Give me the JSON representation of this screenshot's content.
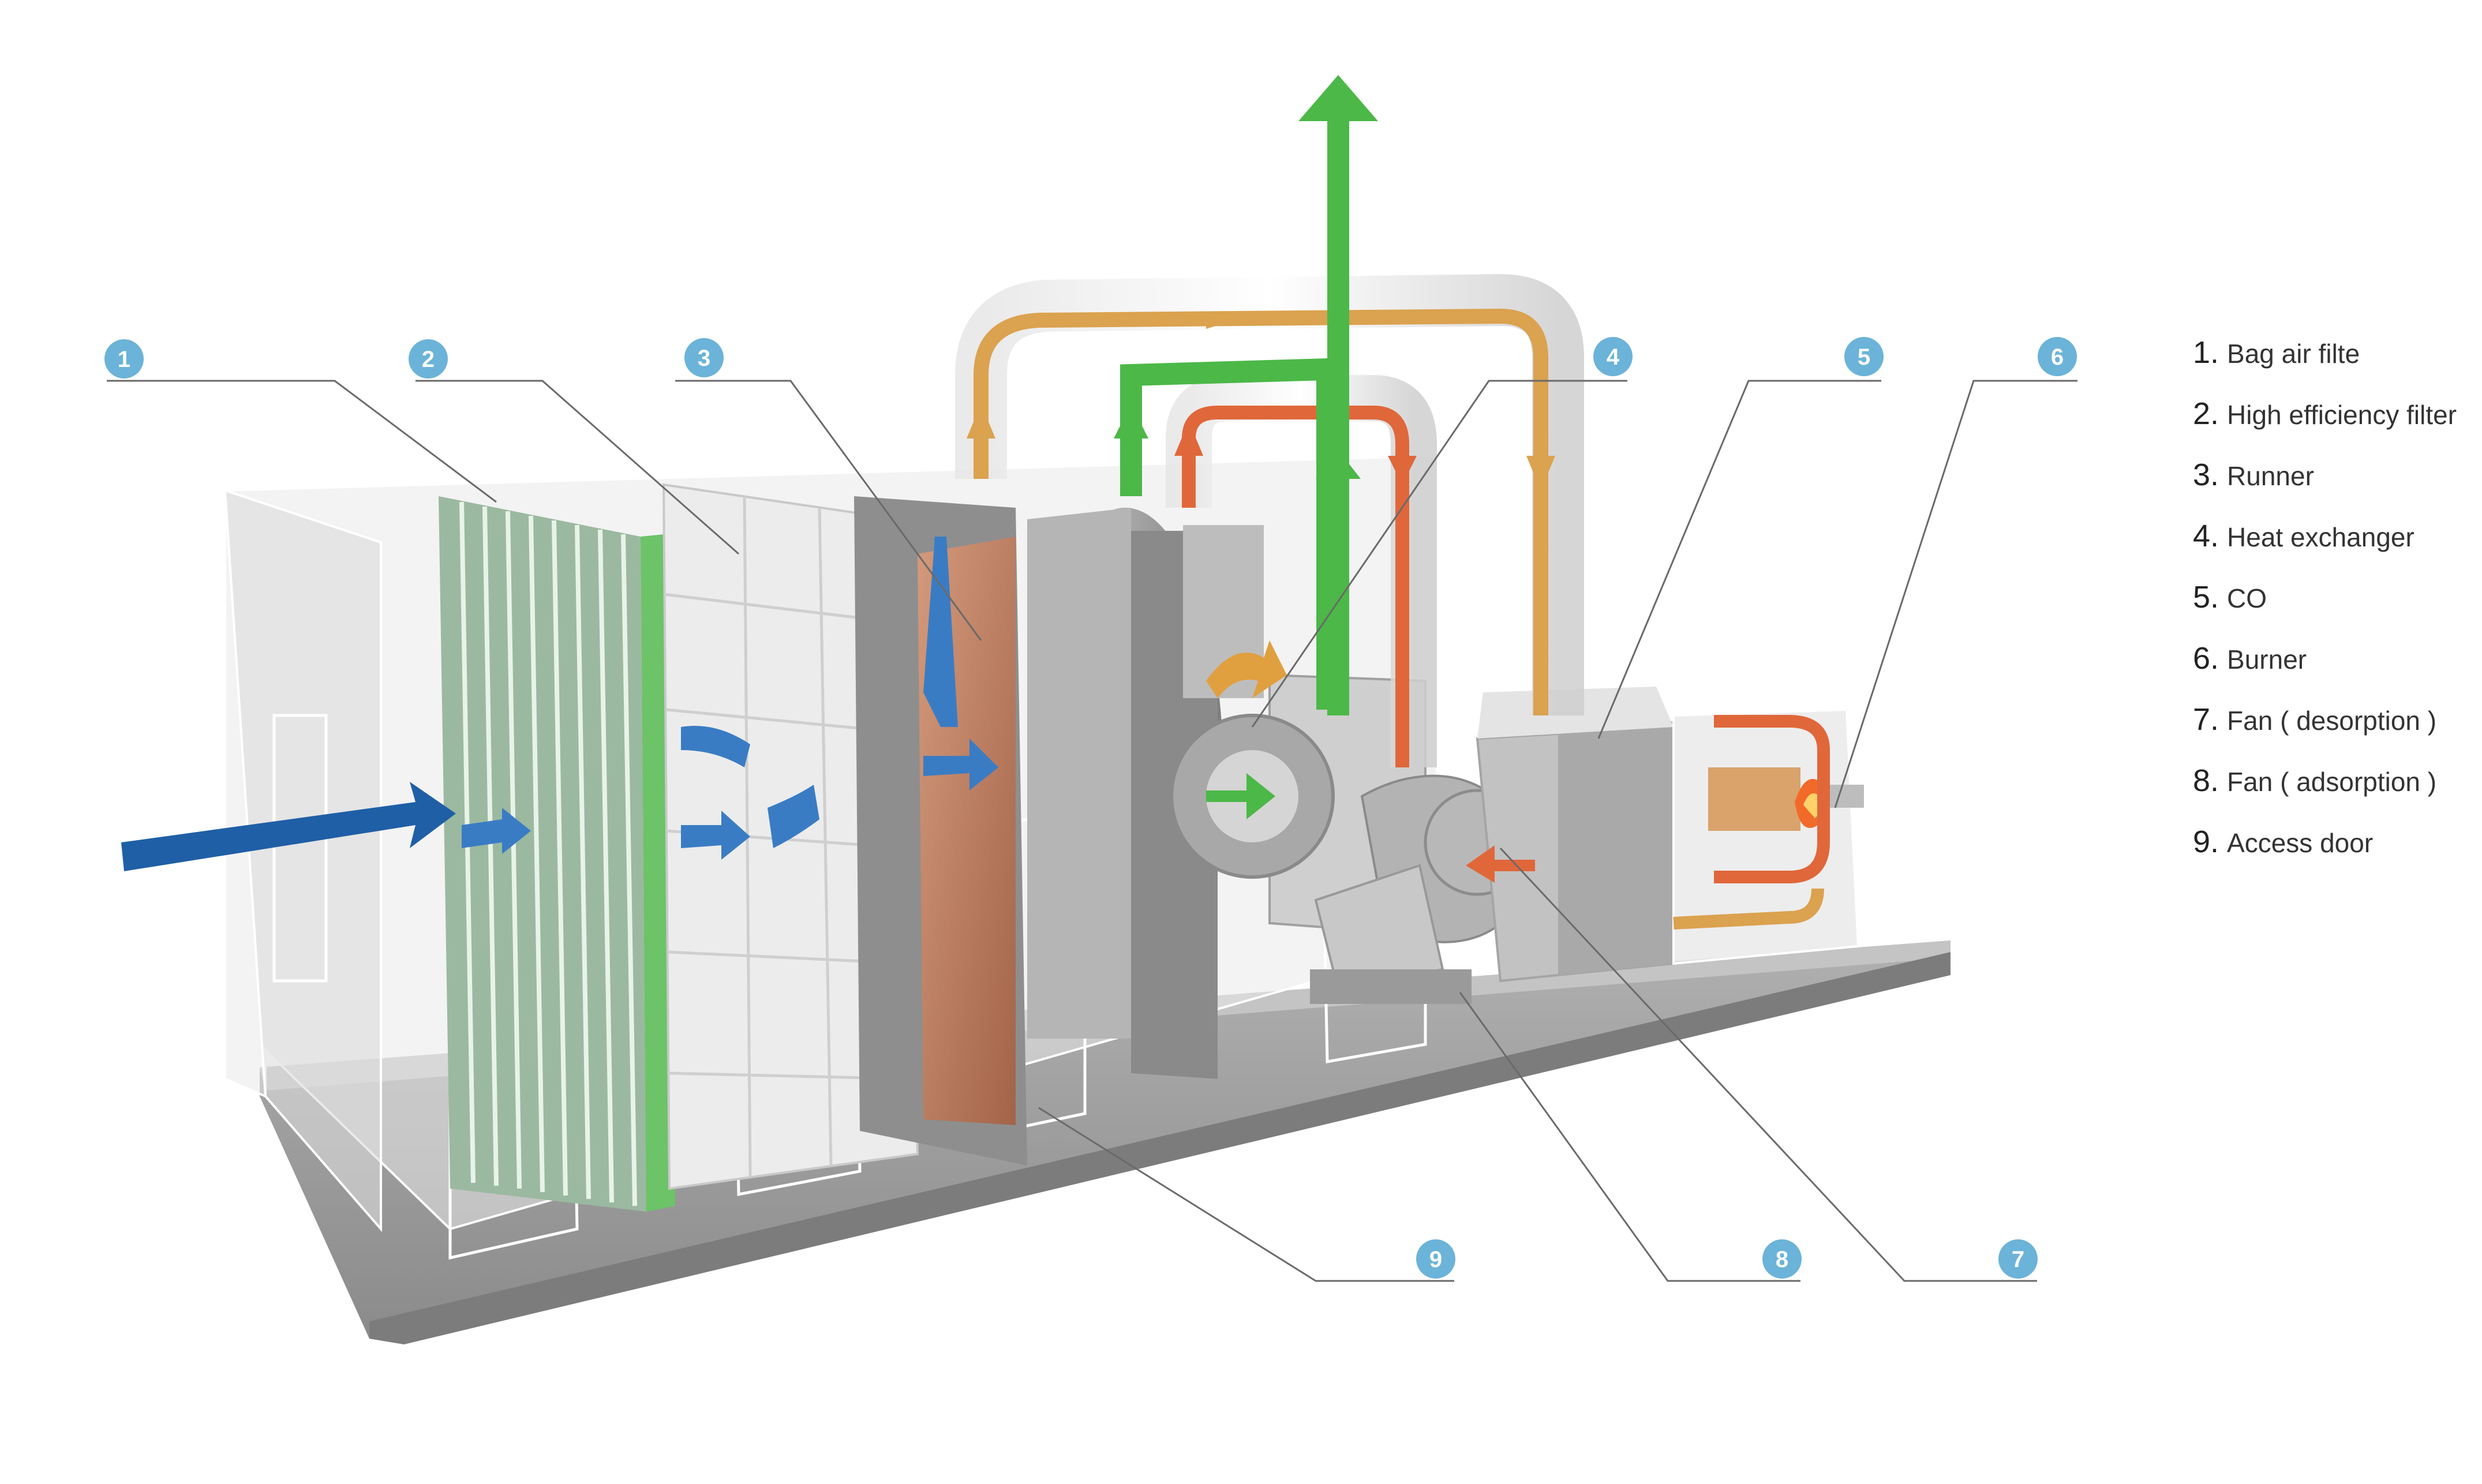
{
  "callouts": [
    "1",
    "2",
    "3",
    "4",
    "5",
    "6",
    "7",
    "8",
    "9"
  ],
  "legend": {
    "items": [
      {
        "num": "1.",
        "label": "Bag air filte"
      },
      {
        "num": "2.",
        "label": "High efficiency filter"
      },
      {
        "num": "3.",
        "label": "Runner"
      },
      {
        "num": "4.",
        "label": "Heat exchanger"
      },
      {
        "num": "5.",
        "label": "CO"
      },
      {
        "num": "6.",
        "label": "Burner"
      },
      {
        "num": "7.",
        "label": "Fan ( desorption )"
      },
      {
        "num": "8.",
        "label": "Fan ( adsorption )"
      },
      {
        "num": "9.",
        "label": "Access door"
      }
    ]
  },
  "colors": {
    "callout": "#6bb3d8",
    "intake_arrow": "#1f5fa6",
    "clean_air": "#4cb848",
    "desorption": "#e0a040",
    "hot_air": "#e2673a",
    "housing": "#d7d7d7",
    "base": "#9e9e9e",
    "filter_green": "#6cc368"
  },
  "icons": [
    "flow-arrow",
    "callout-circle",
    "flame-icon"
  ]
}
